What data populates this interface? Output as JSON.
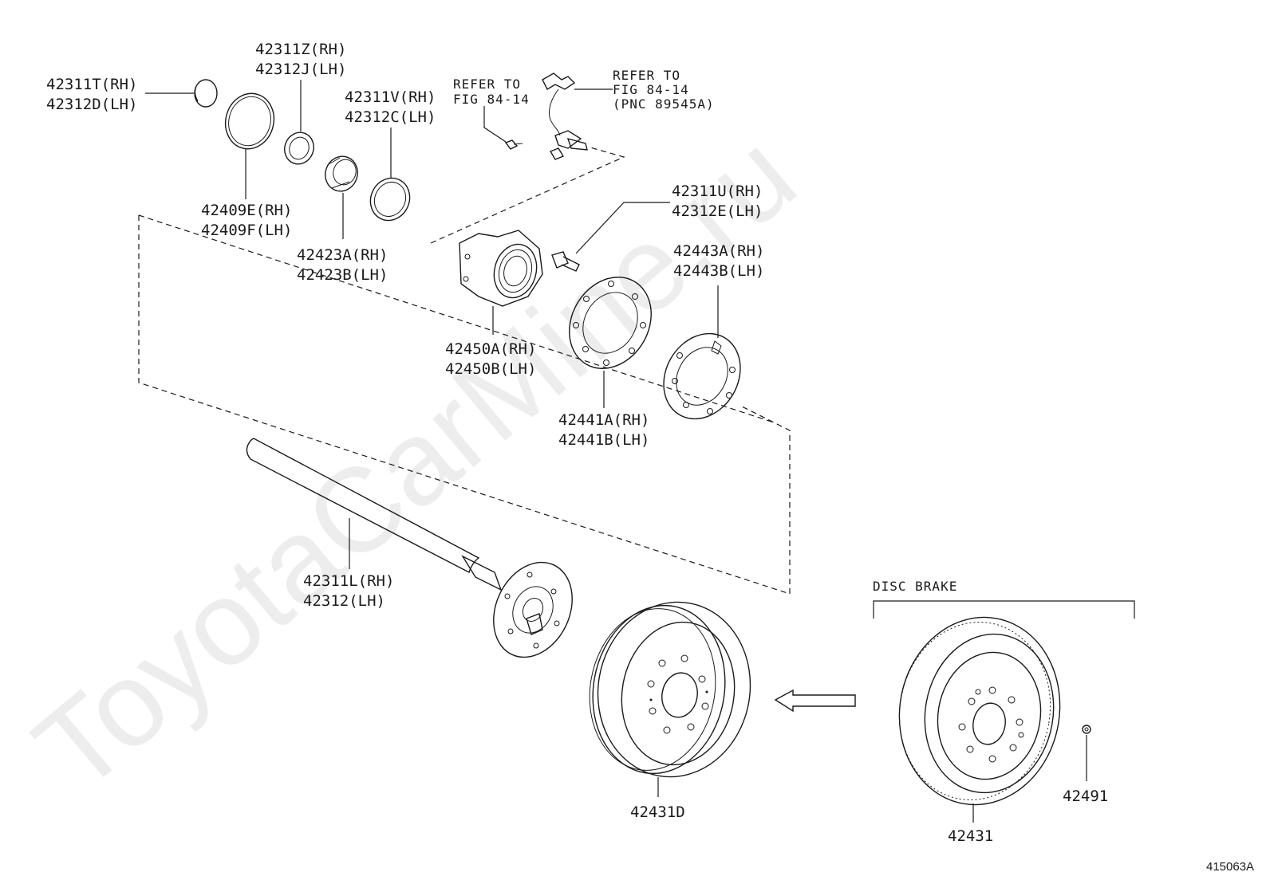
{
  "watermark": "ToyotaCarMine.ru",
  "diagram_id": "415063A",
  "disc_brake_label": "DISC BRAKE",
  "parts": {
    "snap_ring": [
      "42311T(RH)",
      "42312D(LH)"
    ],
    "spacer_z": [
      "42311Z(RH)",
      "42312J(LH)"
    ],
    "oil_seal_e": [
      "42409E(RH)",
      "42409F(LH)"
    ],
    "seal_v": [
      "42311V(RH)",
      "42312C(LH)"
    ],
    "bearing": [
      "42423A(RH)",
      "42423B(LH)"
    ],
    "hub": [
      "42450A(RH)",
      "42450B(LH)"
    ],
    "bolt": [
      "42311U(RH)",
      "42312E(LH)"
    ],
    "gasket_plate": [
      "42441A(RH)",
      "42441B(LH)"
    ],
    "gasket": [
      "42443A(RH)",
      "42443B(LH)"
    ],
    "axle_shaft": [
      "42311L(RH)",
      "42312(LH)"
    ],
    "drum": "42431D",
    "disc": "42431",
    "nut": "42491"
  },
  "refer_bolt": [
    "REFER TO",
    "FIG 84-14"
  ],
  "refer_sensor": [
    "REFER TO",
    "FIG 84-14",
    "(PNC 89545A)"
  ]
}
